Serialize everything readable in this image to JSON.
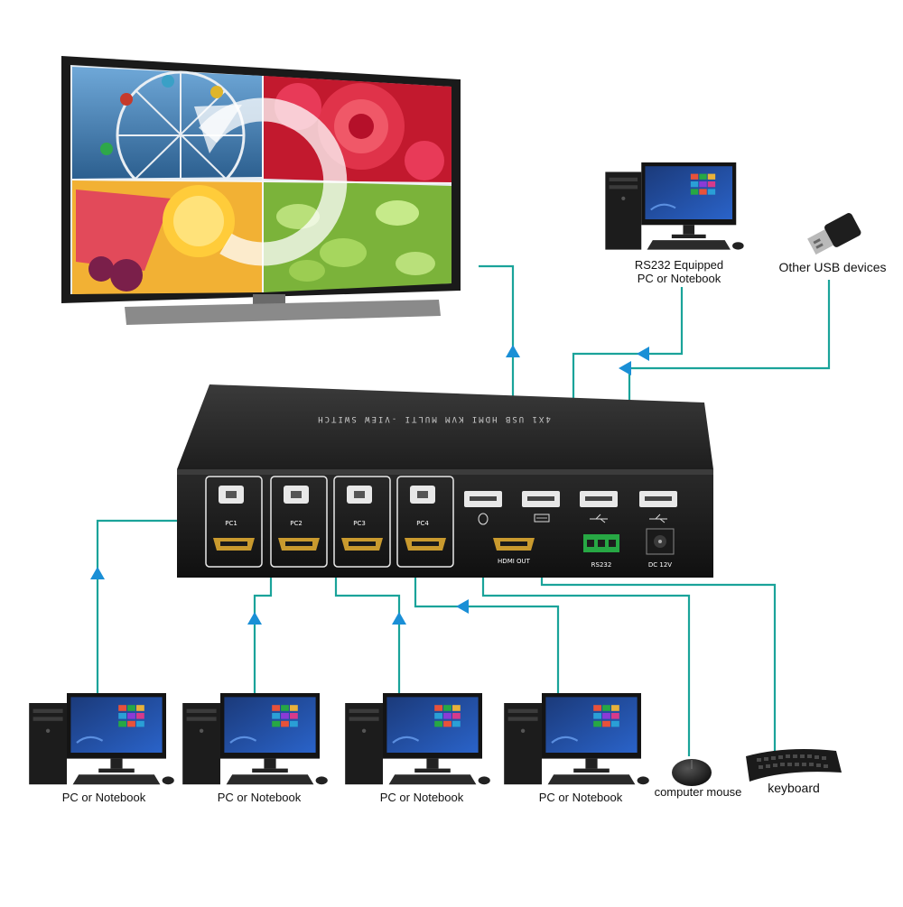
{
  "device": {
    "top_print": "4X1 USB HDMI KVM MULTI -VIEW SWITCH",
    "ports": {
      "pc1": "PC1",
      "pc2": "PC2",
      "pc3": "PC3",
      "pc4": "PC4",
      "hdmi_out": "HDMI OUT",
      "rs232": "RS232",
      "dc": "DC 12V"
    }
  },
  "labels": {
    "rs232_pc_line1": "RS232 Equipped",
    "rs232_pc_line2": "PC or Notebook",
    "usb_devices": "Other USB devices",
    "pc1": "PC or Notebook",
    "pc2": "PC or Notebook",
    "pc3": "PC or Notebook",
    "pc4": "PC or Notebook",
    "mouse": "computer mouse",
    "keyboard": "keyboard"
  },
  "colors": {
    "connector_line": "#1aa39a",
    "arrow": "#1a8fd6",
    "device_body": "#2b2b2b",
    "port_gold": "#c99a2e"
  }
}
